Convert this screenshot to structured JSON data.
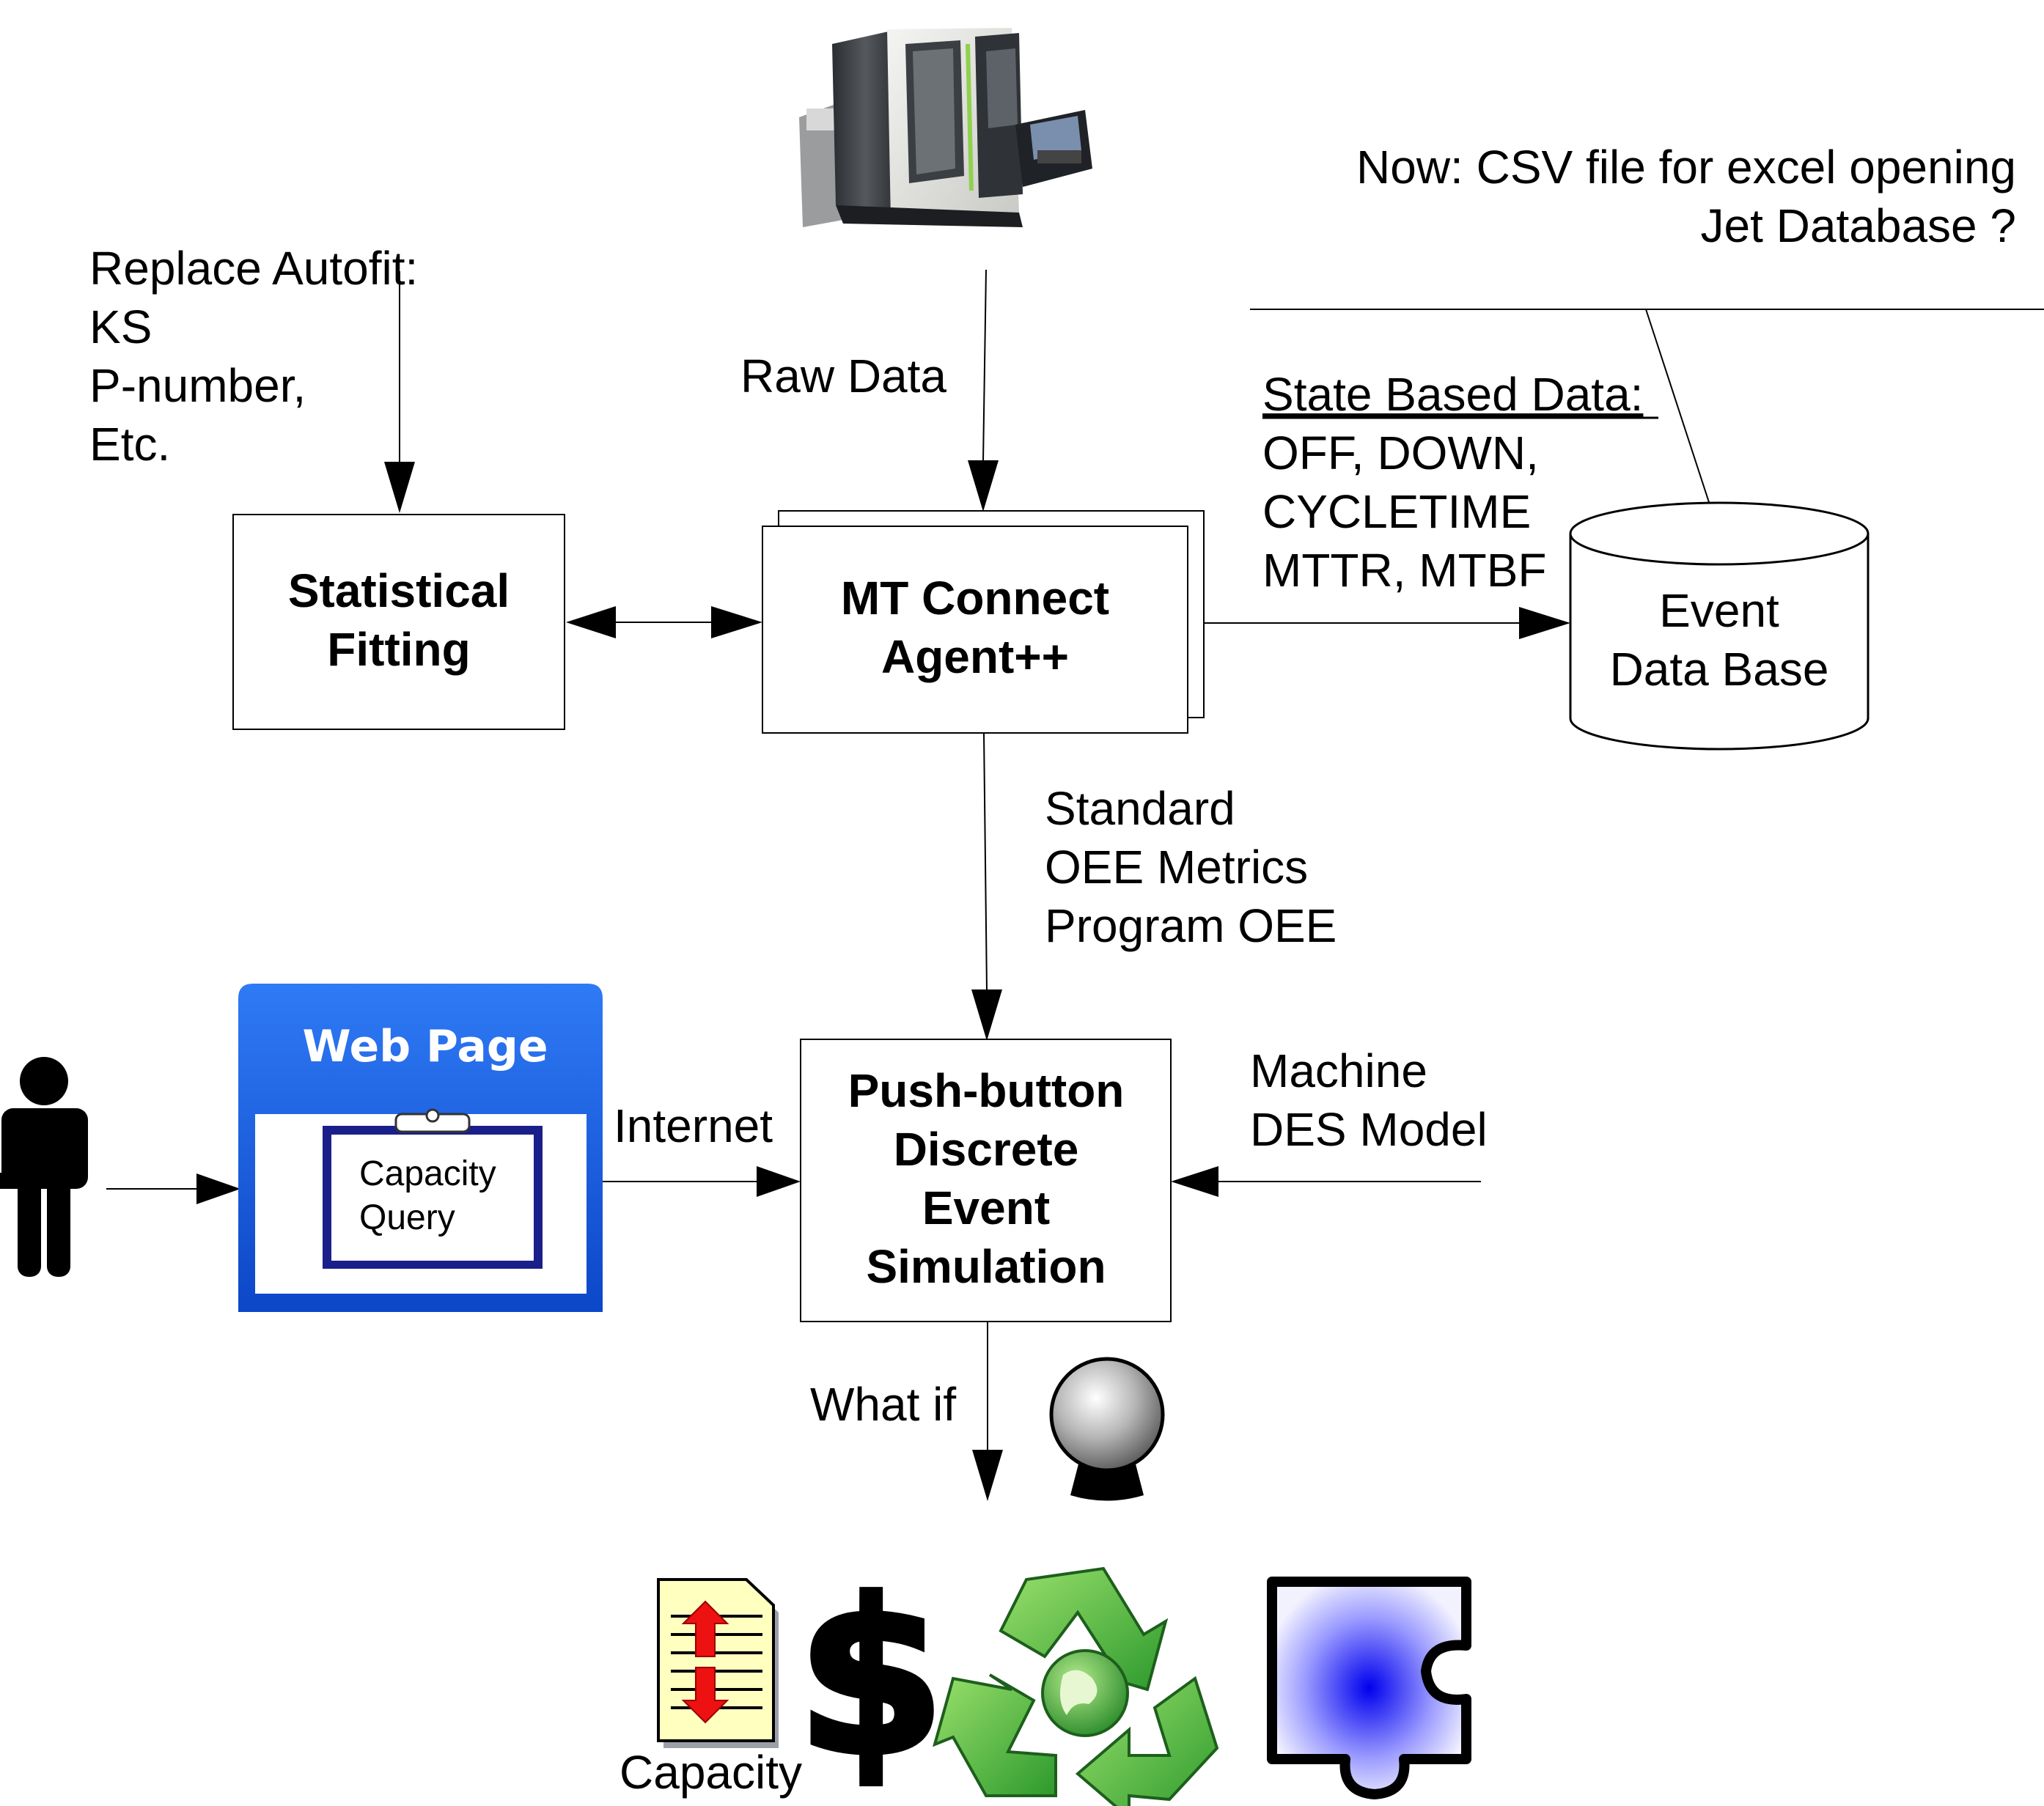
{
  "machine_note": {
    "line1": "Now: CSV file for excel opening",
    "line2": "Jet Database ?"
  },
  "raw_data_label": "Raw Data",
  "autofit_note": {
    "lines": [
      "Replace Autofit:",
      "KS",
      "P-number,",
      "Etc."
    ]
  },
  "statistical_fitting": {
    "lines": [
      "Statistical",
      "Fitting"
    ]
  },
  "mtconnect_agent": {
    "lines": [
      "MT Connect",
      "Agent++"
    ]
  },
  "state_data": {
    "title": "State Based Data:",
    "lines": [
      "OFF, DOWN,",
      "CYCLETIME",
      "MTTR, MTBF"
    ]
  },
  "event_database": {
    "lines": [
      "Event",
      "Data Base"
    ]
  },
  "oee_metrics": {
    "lines": [
      "Standard",
      "OEE Metrics",
      "Program OEE"
    ]
  },
  "web_page": {
    "title": "Web Page",
    "query_lines": [
      "Capacity",
      "Query"
    ]
  },
  "internet_label": "Internet",
  "des_simulation": {
    "lines": [
      "Push-button",
      "Discrete",
      "Event",
      "Simulation"
    ]
  },
  "machine_model": {
    "lines": [
      "Machine",
      "DES Model"
    ]
  },
  "what_if_label": "What if",
  "capacity_label": "Capacity",
  "icons": [
    "cnc-machine-icon",
    "person-icon",
    "clipboard-icon",
    "crystal-ball-icon",
    "capacity-document-icon",
    "dollar-sign-icon",
    "recycle-globe-icon",
    "puzzle-piece-icon"
  ],
  "colors": {
    "web_page_blue": "#1a5ad8",
    "money_green": "#4caf50",
    "recycle_green": "#3aa83a",
    "puzzle_blue": "#2222ff",
    "arrow_red": "#ee1111"
  }
}
